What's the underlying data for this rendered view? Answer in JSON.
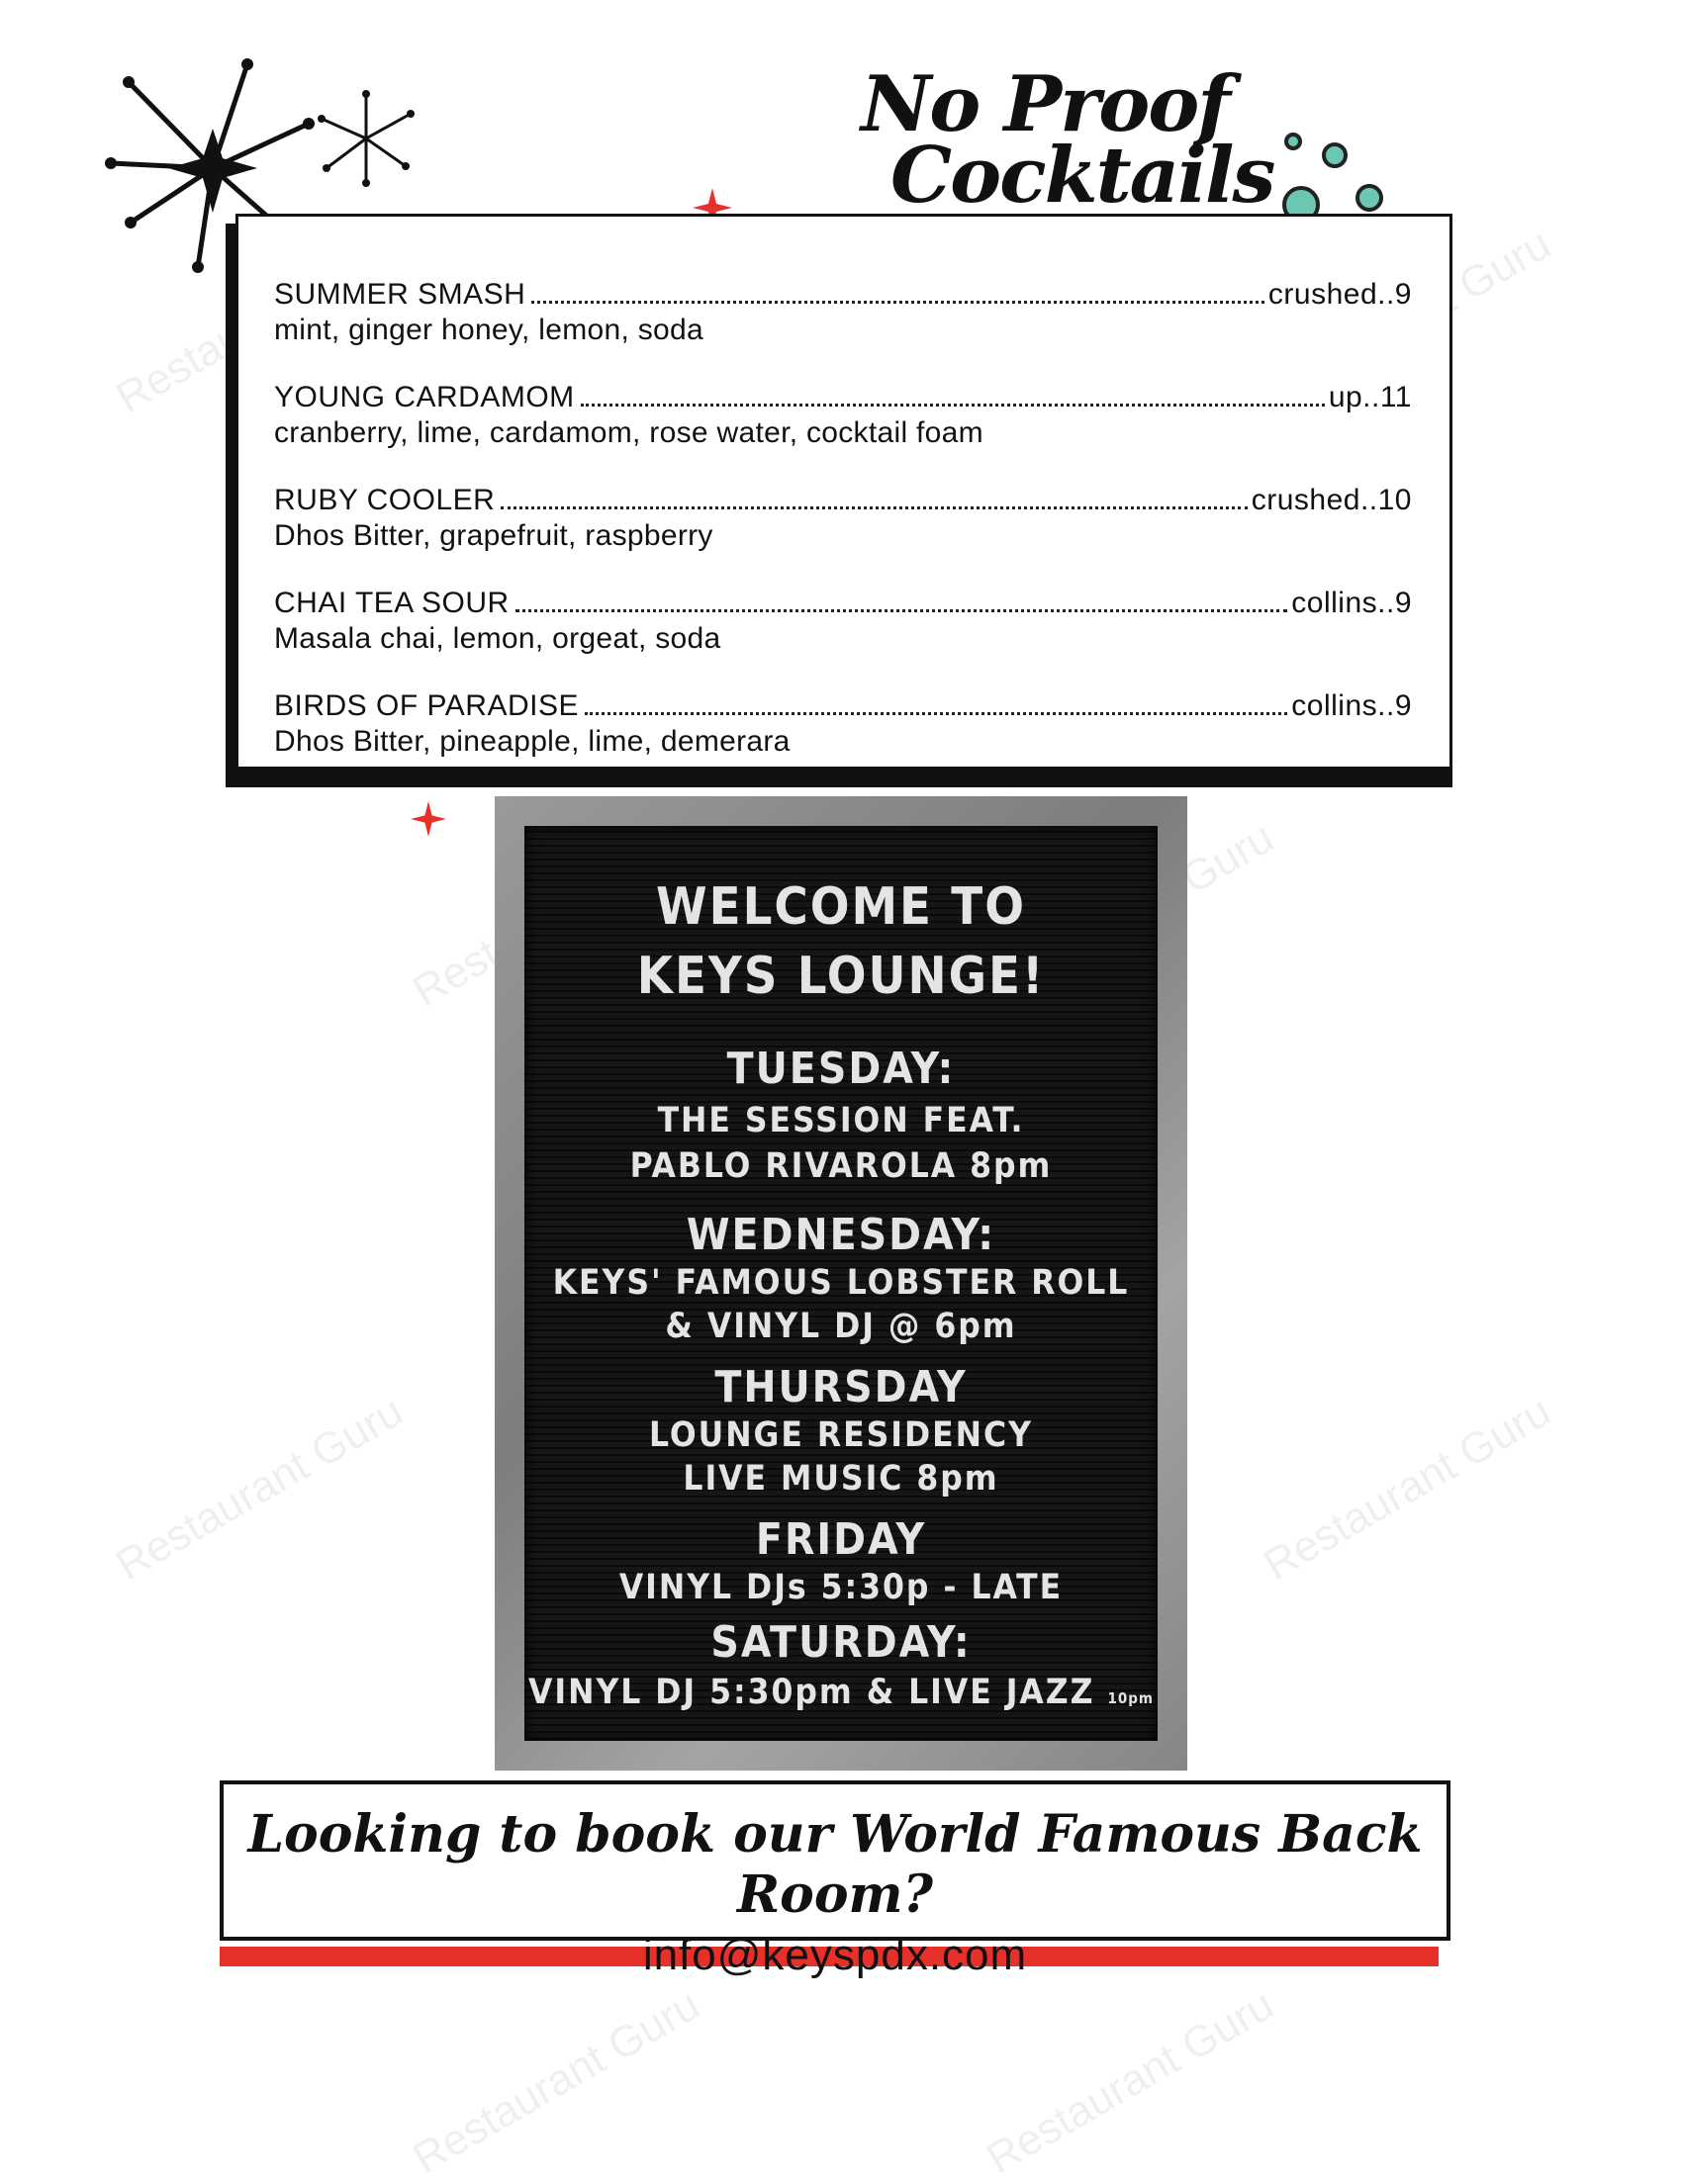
{
  "header": {
    "title_line1": "No Proof",
    "title_line2": "Cocktails"
  },
  "menu": {
    "items": [
      {
        "name": "SUMMER SMASH",
        "price": "crushed..9",
        "desc": "mint, ginger honey, lemon, soda"
      },
      {
        "name": "YOUNG CARDAMOM",
        "price": "up..11",
        "desc": "cranberry, lime, cardamom, rose water, cocktail foam"
      },
      {
        "name": "RUBY COOLER",
        "price": "crushed..10",
        "desc": "Dhos Bitter, grapefruit, raspberry"
      },
      {
        "name": "CHAI TEA SOUR",
        "price": "collins..9",
        "desc": "Masala chai, lemon, orgeat, soda"
      },
      {
        "name": "BIRDS OF PARADISE",
        "price": "collins..9",
        "desc": "Dhos Bitter, pineapple, lime, demerara"
      }
    ]
  },
  "board": {
    "welcome1": "WELCOME TO",
    "welcome2": "KEYS LOUNGE!",
    "tue_head": "TUESDAY:",
    "tue_1": "THE SESSION FEAT.",
    "tue_2": "PABLO RIVAROLA 8pm",
    "wed_head": "WEDNESDAY:",
    "wed_1": "KEYS' FAMOUS LOBSTER ROLL",
    "wed_2": "& VINYL DJ @ 6pm",
    "thu_head": "THURSDAY",
    "thu_1": "LOUNGE RESIDENCY",
    "thu_2": "LIVE MUSIC 8pm",
    "fri_head": "FRIDAY",
    "fri_1": "VINYL DJs 5:30p - LATE",
    "sat_head": "SATURDAY:",
    "sat_1": "VINYL DJ 5:30pm & LIVE JAZZ",
    "sat_1_small": "10pm"
  },
  "footer": {
    "question": "Looking to book our World Famous Back Room?",
    "email": "info@keyspdx.com"
  },
  "watermark": "Restaurant Guru",
  "colors": {
    "accent_red": "#e8302a",
    "bubble_teal": "#6cc6b4"
  }
}
